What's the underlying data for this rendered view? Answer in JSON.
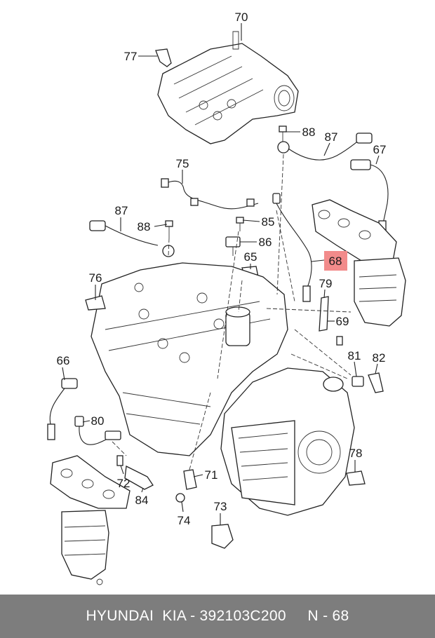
{
  "callouts": {
    "c70": "70",
    "c77": "77",
    "c88a": "88",
    "c87a": "87",
    "c67": "67",
    "c75": "75",
    "c87b": "87",
    "c88b": "88",
    "c85": "85",
    "c86": "86",
    "c65": "65",
    "c68": "68",
    "c76": "76",
    "c79": "79",
    "c69": "69",
    "c66": "66",
    "c81": "81",
    "c82": "82",
    "c80": "80",
    "c78": "78",
    "c72": "72",
    "c71": "71",
    "c84": "84",
    "c74": "74",
    "c73": "73"
  },
  "highlight": {
    "callout": "68",
    "color": "#f28b8b"
  },
  "footer": {
    "text": "HYUNDAI  KIA - 392103C200     N - 68",
    "background": "#7d7d7d"
  }
}
